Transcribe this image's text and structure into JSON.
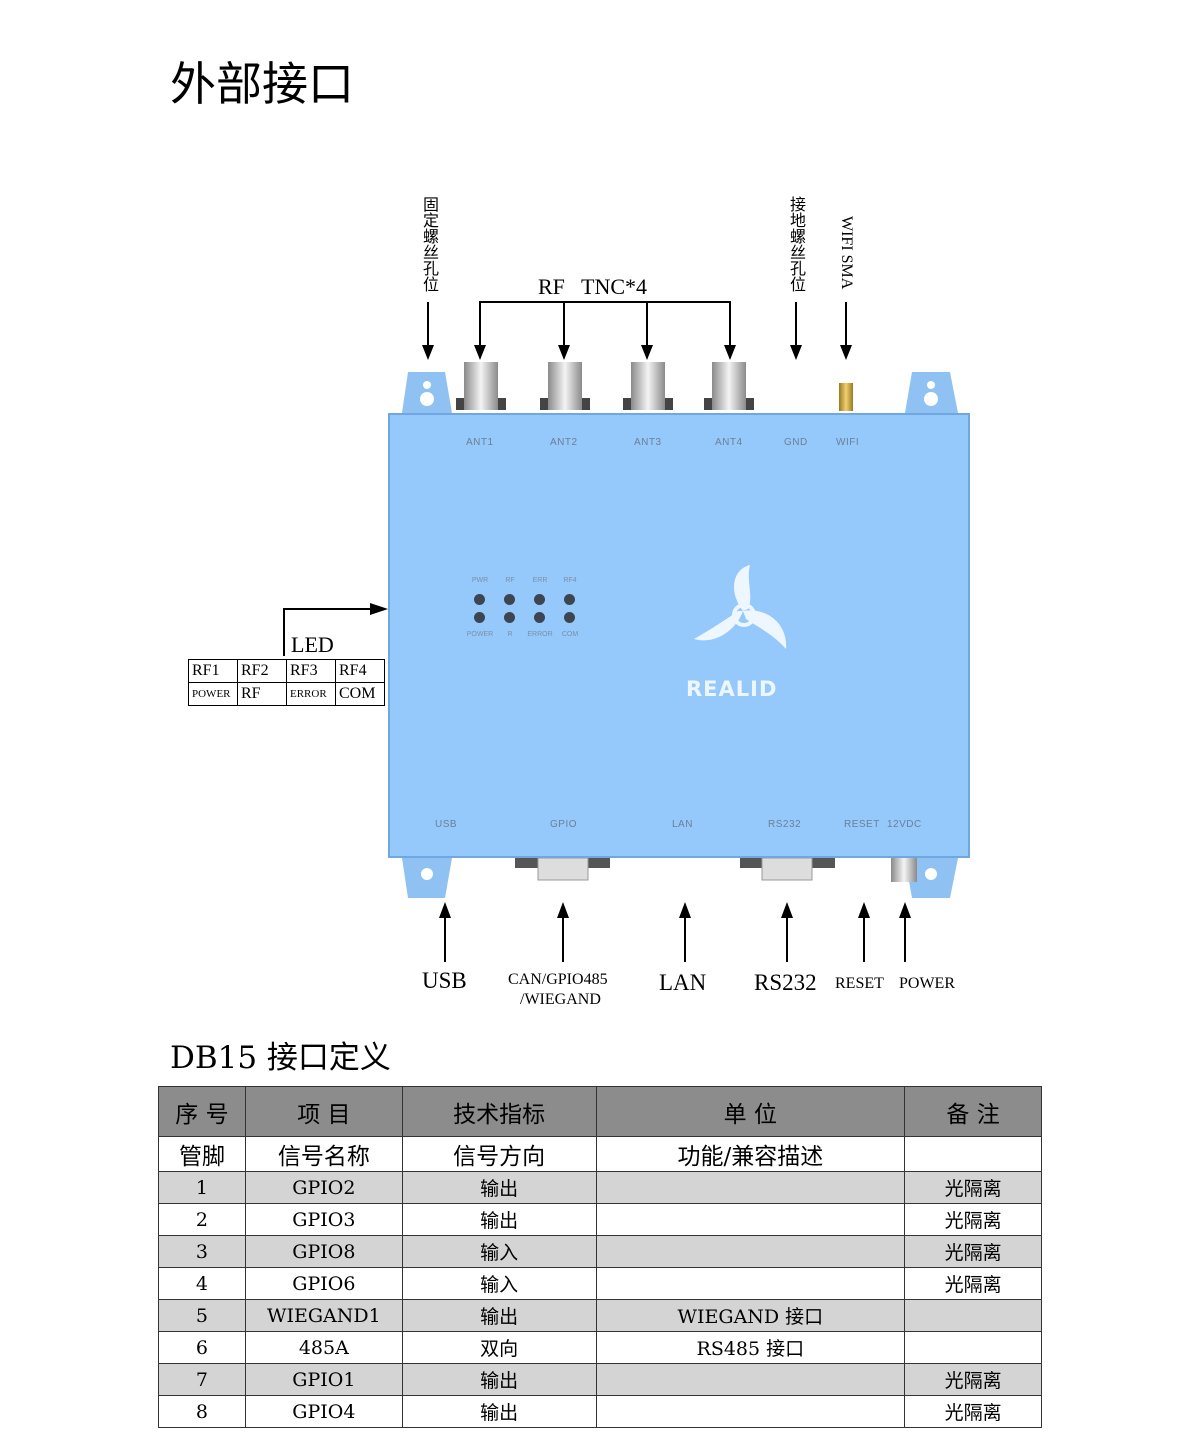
{
  "title": "外部接口",
  "diagram": {
    "top_labels": {
      "mount_hole": "固定螺丝孔位",
      "rf_tnc": "RF   TNC*4",
      "ground_hole": "接地螺丝孔位",
      "wifi_sma": "WIFI SMA"
    },
    "device_top_ports": [
      "ANT1",
      "ANT2",
      "ANT3",
      "ANT4",
      "GND",
      "WIFI"
    ],
    "device_bottom_ports": [
      "USB",
      "GPIO",
      "LAN",
      "RS232",
      "RESET",
      "12VDC"
    ],
    "device_led_top": [
      "PWR",
      "RF",
      "ERR",
      "RF4"
    ],
    "device_led_bottom": [
      "POWER",
      "R",
      "ERROR",
      "COM"
    ],
    "logo_text": "REALID",
    "led_label": "LED",
    "led_table": [
      [
        "RF1",
        "RF2",
        "RF3",
        "RF4"
      ],
      [
        "POWER",
        "RF",
        "ERROR",
        "COM"
      ]
    ],
    "bottom_labels": {
      "usb": "USB",
      "can": "CAN/GPIO485",
      "wiegand": "/WIEGAND",
      "lan": "LAN",
      "rs232": "RS232",
      "reset": "RESET",
      "power": "POWER"
    },
    "colors": {
      "device": "#95c9fb",
      "table_header": "#8c8c8c",
      "row_shade": "#d4d4d4"
    }
  },
  "db15": {
    "title": "DB15 接口定义",
    "header": [
      "序 号",
      "项 目",
      "技术指标",
      "单 位",
      "备 注"
    ],
    "subheader": [
      "管脚",
      "信号名称",
      "信号方向",
      "功能/兼容描述",
      ""
    ],
    "rows": [
      [
        "1",
        "GPIO2",
        "输出",
        "",
        "光隔离"
      ],
      [
        "2",
        "GPIO3",
        "输出",
        "",
        "光隔离"
      ],
      [
        "3",
        "GPIO8",
        "输入",
        "",
        "光隔离"
      ],
      [
        "4",
        "GPIO6",
        "输入",
        "",
        "光隔离"
      ],
      [
        "5",
        "WIEGAND1",
        "输出",
        "WIEGAND 接口",
        ""
      ],
      [
        "6",
        "485A",
        "双向",
        "RS485 接口",
        ""
      ],
      [
        "7",
        "GPIO1",
        "输出",
        "",
        "光隔离"
      ],
      [
        "8",
        "GPIO4",
        "输出",
        "",
        "光隔离"
      ]
    ]
  }
}
